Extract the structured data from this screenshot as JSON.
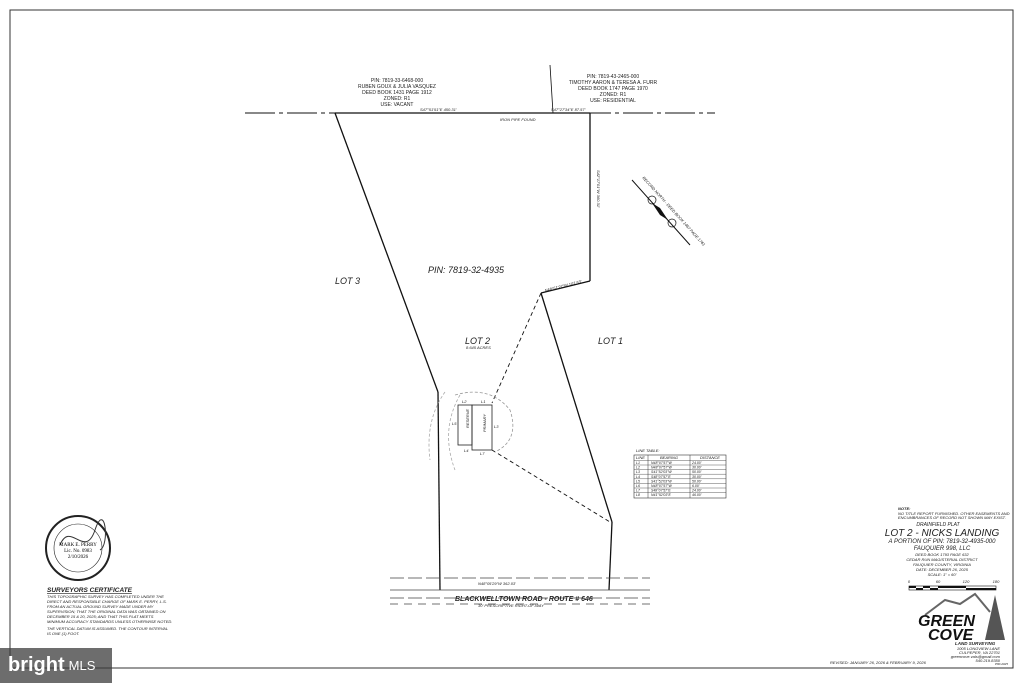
{
  "adjoiners": [
    {
      "lines": [
        "PIN: 7819-33-6468-000",
        "RUBEN GOUX & JULIA VASQUEZ",
        "DEED BOOK 1431 PAGE 1912",
        "ZONED: R1",
        "USE: VACANT"
      ]
    },
    {
      "lines": [
        "PIN: 7819-43-2465-000",
        "TIMOTHY AARON & TERESA A. FURR",
        "DEED BOOK 1747 PAGE 1970",
        "ZONED: R1",
        "USE: RESIDENTIAL"
      ]
    }
  ],
  "bearings": {
    "top_left": "S47°51'51\"E 450.31'",
    "top_right": "S47°27'34\"E 87.57'",
    "iron_pipe": "IRON PIPE FOUND",
    "road": "N48°05'29\"W 362.03'",
    "east": "S42°17'01\"W 360.31'",
    "jog": "N48°51'27\"W 107.53'"
  },
  "parcel_pin": "PIN: 7819-32-4935",
  "lots": {
    "lot1": "LOT 1",
    "lot2": "LOT 2",
    "lot2_acres": "8.645 ACRES",
    "lot3": "LOT 3"
  },
  "drainfield": {
    "reserve": "RESERVE",
    "primary": "PRIMARY",
    "labels": [
      "L1",
      "L2",
      "L3",
      "L4",
      "L5",
      "L6",
      "L7",
      "L8"
    ]
  },
  "north_arrow": "RECORD NORTH - DEED BOOK 1467 PAGE 1761",
  "road": {
    "name": "BLACKWELLTOWN ROAD - ROUTE # 646",
    "sub": "30' PRESCRIPTIVE RIGHT-OF-WAY"
  },
  "line_table": {
    "title": "LINE TABLE:",
    "headers": [
      "LINE",
      "BEARING",
      "DISTANCE"
    ],
    "rows": [
      [
        "L1",
        "N48°07'57\"W",
        "24.00'"
      ],
      [
        "L2",
        "N48°07'57\"W",
        "30.00'"
      ],
      [
        "L3",
        "S41°52'03\"W",
        "50.00'"
      ],
      [
        "L4",
        "S48°07'57\"E",
        "30.00'"
      ],
      [
        "L5",
        "S41°52'03\"W",
        "50.00'"
      ],
      [
        "L6",
        "N48°07'57\"W",
        "6.00'"
      ],
      [
        "L7",
        "S48°07'57\"E",
        "24.00'"
      ],
      [
        "L8",
        "N41°52'03\"E",
        "46.00'"
      ]
    ]
  },
  "seal": {
    "name": "MARK E. PERRY",
    "lic": "Lic. No. 0983",
    "date": "2/10/2026",
    "ring": "COMMONWEALTH OF VIRGINIA - LAND SURVEYOR"
  },
  "certificate": {
    "title": "SURVEYORS CERTIFICATE",
    "lines": [
      "THIS TOPOGRAPHIC SURVEY HAS COMPLETED UNDER THE",
      "DIRECT AND RESPONSIBLE CHARGE OF MARK E. PERRY, L.S.",
      "FROM AN ACTUAL GROUND SURVEY MADE UNDER MY",
      "SUPERVISION; THAT THE ORIGINAL DATA WAS OBTAINED ON",
      "DECEMBER 15 & 20, 2025; AND THAT THIS PLAT MEETS",
      "MINIMUM ACCURACY STANDARDS UNLESS OTHERWISE NOTED."
    ],
    "datum": [
      "THE VERTICAL DATUM IS ASSUMED.  THE CONTOUR INTERVAL",
      "IS ONE (1) FOOT."
    ]
  },
  "title_block": {
    "note_title": "NOTE:",
    "note": [
      "NO TITLE REPORT FURNISHED.  OTHER EASEMENTS AND",
      "ENCUMBRANCES OF RECORD NOT SHOWN MAY EXIST."
    ],
    "plat_type": "DRAINFIELD PLAT",
    "title": "LOT 2 - NICKS LANDING",
    "portion": "A PORTION OF PIN: 7819-32-4935-000",
    "owner": "FAUQUIER 998, LLC",
    "details": [
      "DEED BOOK 1793 PAGE 632",
      "CEDAR RUN MAGISTERIAL DISTRICT",
      "FAUQUIER COUNTY, VIRGINIA",
      "DATE: DECEMBER 26, 2025",
      "SCALE: 1\" = 60'"
    ],
    "scale_ticks": [
      "0",
      "60",
      "120",
      "180"
    ]
  },
  "company": {
    "name1": "GREEN",
    "name2": "COVE",
    "sub": "LAND SURVEYING",
    "address": [
      "1005 LONGVIEW LANE",
      "CULPEPER, VA 22701",
      "greencove.vals@gmail.com",
      "540.219.8350"
    ]
  },
  "revised": "REVISED: JANUARY 26, 2026 & FEBRUARY 9, 2026",
  "drawing_no": "P80-2025",
  "watermark": {
    "brand": "bright",
    "suffix": "MLS"
  }
}
